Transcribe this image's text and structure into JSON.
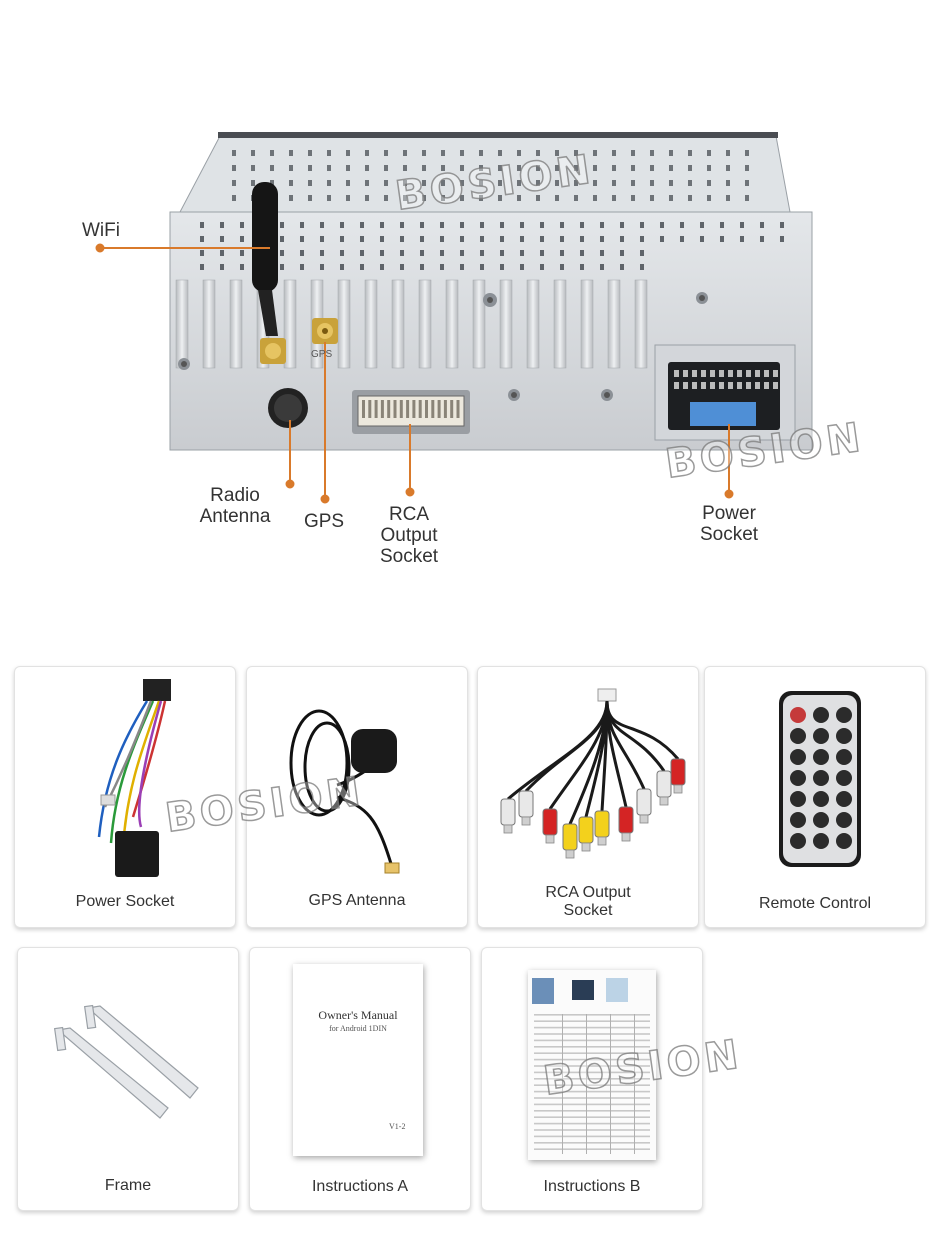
{
  "watermark": "BOSION",
  "callouts": {
    "wifi": "WiFi",
    "radio": "Radio\nAntenna",
    "gps": "GPS",
    "rca": "RCA\nOutput\nSocket",
    "power": "Power\nSocket"
  },
  "panel_marks": {
    "gps_port": "GPS"
  },
  "accessories": [
    {
      "label": "Power Socket"
    },
    {
      "label": "GPS Antenna"
    },
    {
      "label": "RCA Output\nSocket"
    },
    {
      "label": "Remote Control"
    },
    {
      "label": "Frame"
    },
    {
      "label": "Instructions A"
    },
    {
      "label": "Instructions B"
    }
  ],
  "manual": {
    "title": "Owner's Manual",
    "subtitle": "for Android 1DIN",
    "version": "V1-2"
  },
  "colors": {
    "accent": "#d97a2b"
  }
}
